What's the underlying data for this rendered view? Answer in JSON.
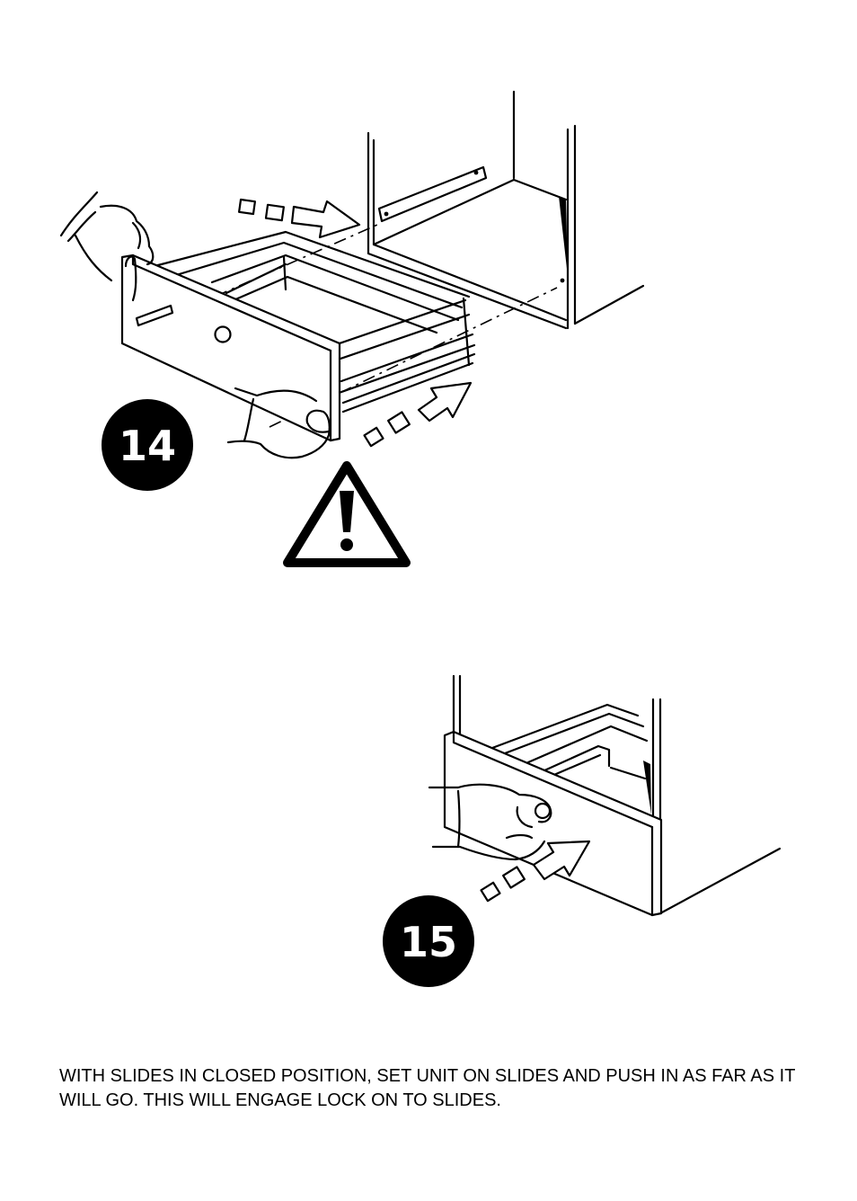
{
  "steps": [
    {
      "number": "14"
    },
    {
      "number": "15"
    }
  ],
  "icons": {
    "warning": "warning-triangle-icon",
    "push_arrow": "push-direction-arrow-icon"
  },
  "instruction": {
    "text": "WITH SLIDES IN CLOSED POSITION, SET UNIT ON SLIDES AND PUSH IN AS FAR AS IT WILL GO. THIS WILL ENGAGE LOCK ON TO SLIDES."
  },
  "colors": {
    "ink": "#000000",
    "paper": "#ffffff"
  }
}
